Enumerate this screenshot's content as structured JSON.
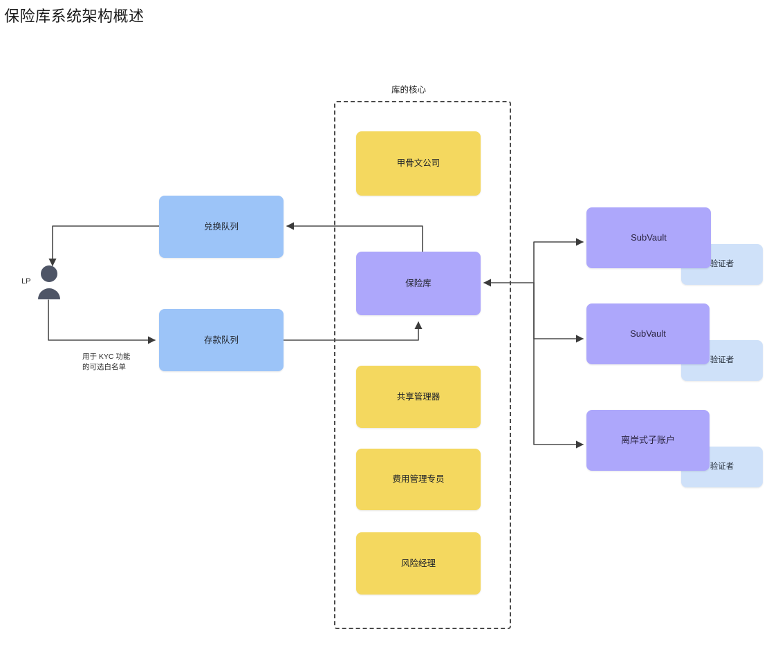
{
  "page": {
    "title": "保险库系统架构概述",
    "background": "#ffffff"
  },
  "colors": {
    "yellow": "#f4d85f",
    "purple": "#ada7fb",
    "blue": "#9cc4f8",
    "light_blue": "#cfe1f9",
    "actor": "#4e5566",
    "edge": "#4a4a4a",
    "dashed_border": "#4a4a4a"
  },
  "core": {
    "caption": "库的核心",
    "boxes": [
      {
        "id": "oracle",
        "label": "甲骨文公司",
        "color": "yellow"
      },
      {
        "id": "vault",
        "label": "保险库",
        "color": "purple"
      },
      {
        "id": "share-manager",
        "label": "共享管理器",
        "color": "yellow"
      },
      {
        "id": "fee-manager",
        "label": "费用管理专员",
        "color": "yellow"
      },
      {
        "id": "risk-manager",
        "label": "风险经理",
        "color": "yellow"
      }
    ]
  },
  "queues": [
    {
      "id": "redemption-queue",
      "label": "兑换队列",
      "color": "blue"
    },
    {
      "id": "deposit-queue",
      "label": "存款队列",
      "color": "blue"
    }
  ],
  "actor": {
    "id": "lp",
    "label": "LP"
  },
  "edge_labels": [
    {
      "id": "kyc-whitelist",
      "text": "用于 KYC 功能的可选白名单"
    }
  ],
  "subvaults": [
    {
      "id": "subvault-1",
      "label": "SubVault",
      "validator": "验证者"
    },
    {
      "id": "subvault-2",
      "label": "SubVault",
      "validator": "验证者"
    },
    {
      "id": "subvault-3",
      "label": "离岸式子账户",
      "validator": "验证者"
    }
  ]
}
